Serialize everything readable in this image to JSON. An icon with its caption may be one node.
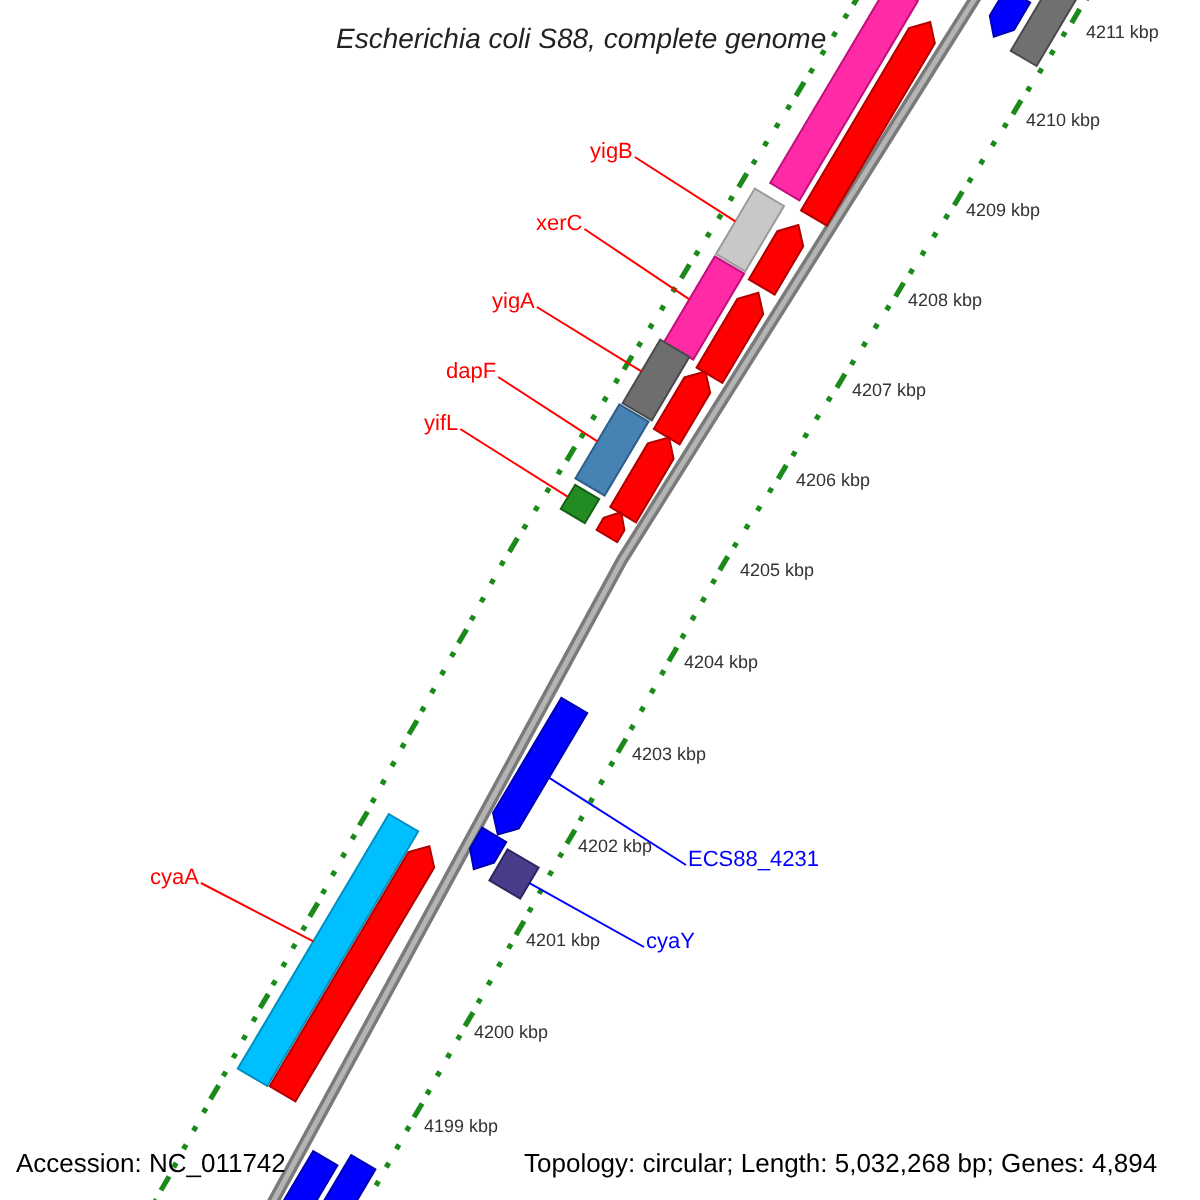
{
  "diagram": {
    "title": "Escherichia coli S88, complete genome",
    "nodes": [
      {
        "text": [
          "yigB"
        ]
      },
      {
        "text": [
          "xerC"
        ]
      },
      {
        "text": [
          "yigA"
        ]
      },
      {
        "text": [
          "dapF"
        ]
      },
      {
        "text": [
          "yifL"
        ]
      },
      {
        "text": [
          "cyaA"
        ]
      },
      {
        "text": [
          "ECS88_4231"
        ]
      },
      {
        "text": [
          "cyaY"
        ]
      },
      {
        "text": [],
        "shape": "bar"
      },
      {
        "text": [],
        "shape": "bar"
      },
      {
        "text": [],
        "shape": "bar"
      },
      {
        "text": [],
        "shape": "bar"
      },
      {
        "text": [],
        "shape": "bar"
      },
      {
        "text": [],
        "shape": "bar"
      },
      {
        "text": [],
        "shape": "bar"
      },
      {
        "text": [],
        "shape": "bar"
      },
      {
        "text": [],
        "shape": "bar"
      },
      {
        "text": [],
        "shape": "bar"
      },
      {
        "text": [],
        "shape": "bar"
      },
      {
        "text": [],
        "shape": "bar"
      },
      {
        "text": [],
        "shape": "bar"
      },
      {
        "text": [],
        "shape": "bar"
      },
      {
        "text": [],
        "shape": "bar"
      },
      {
        "text": [],
        "shape": "bar"
      },
      {
        "text": [],
        "shape": "bar"
      },
      {
        "text": [],
        "shape": "bar"
      },
      {
        "text": [],
        "shape": "bar"
      },
      {
        "text": [],
        "shape": "bar"
      },
      {
        "text": [],
        "shape": "bar"
      }
    ],
    "edges": [
      {
        "from": 0,
        "to": 12,
        "arrow": "none"
      },
      {
        "from": 1,
        "to": 14,
        "arrow": "none"
      },
      {
        "from": 2,
        "to": 16,
        "arrow": "none"
      },
      {
        "from": 3,
        "to": 18,
        "arrow": "none"
      },
      {
        "from": 4,
        "to": 20,
        "arrow": "none"
      },
      {
        "from": 5,
        "to": 25,
        "arrow": "none"
      },
      {
        "from": 6,
        "to": 22,
        "arrow": "none",
        "color": "#0000ff"
      },
      {
        "from": 7,
        "to": 24,
        "arrow": "none",
        "color": "#0000ff"
      }
    ],
    "labels": [
      "4211 kbp",
      "4210 kbp",
      "4209 kbp",
      "4208 kbp",
      "4207 kbp",
      "4206 kbp",
      "4205 kbp",
      "4204 kbp",
      "4203 kbp",
      "4202 kbp",
      "4201 kbp",
      "4200 kbp",
      "4199 kbp",
      "Accession: NC_011742",
      "Topology: circular; Length: 5,032,268 bp; Genes: 4,894"
    ]
  }
}
